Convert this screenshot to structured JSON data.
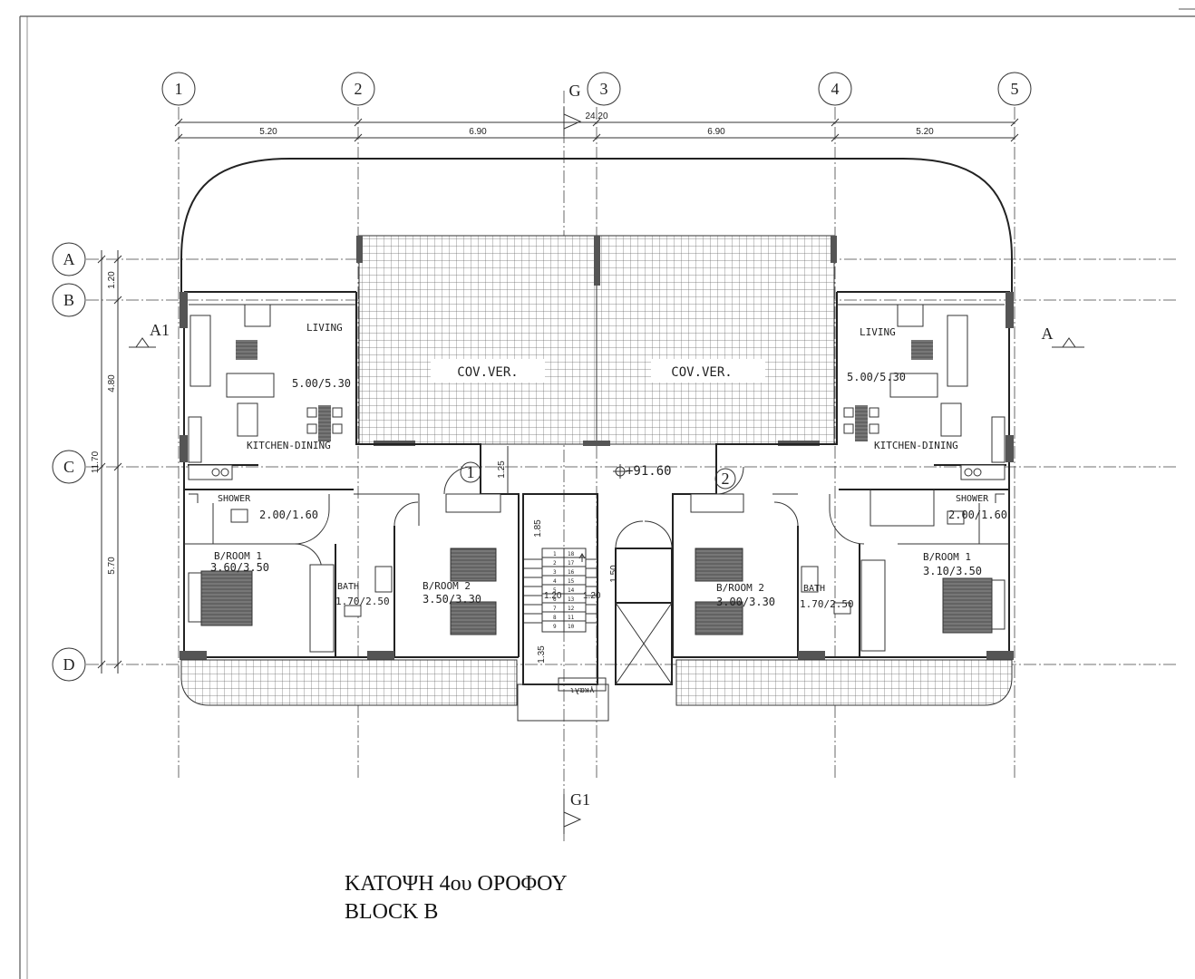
{
  "grid_columns": [
    "1",
    "2",
    "3",
    "4",
    "5"
  ],
  "grid_rows": [
    "A",
    "B",
    "C",
    "D"
  ],
  "section_marks": {
    "top": "G",
    "bottom": "G1",
    "left": "A1",
    "right": "A"
  },
  "dimensions": {
    "overall": "24.20",
    "spans": [
      "5.20",
      "6.90",
      "6.90",
      "5.20"
    ],
    "vertical": [
      "1.20",
      "4.80",
      "11.70",
      "5.70"
    ],
    "stair": [
      "1.25",
      "1.85",
      "1.50",
      "1.20",
      "1.20",
      "1.35"
    ]
  },
  "level": "+91.60",
  "unit_marks": [
    "1",
    "2"
  ],
  "stair_steps": [
    "1",
    "2",
    "3",
    "4",
    "5",
    "6",
    "7",
    "8",
    "9",
    "10",
    "11",
    "12",
    "13",
    "14",
    "15",
    "16",
    "17",
    "18"
  ],
  "lift_label": "γκαλι",
  "rooms": {
    "cov_ver_left": "COV.VER.",
    "cov_ver_right": "COV.VER.",
    "left": {
      "living": "LIVING",
      "living_size": "5.00/5.30",
      "kitchen": "KITCHEN-DINING",
      "shower": "SHOWER",
      "shower_size": "2.00/1.60",
      "bedroom1": "B/ROOM 1",
      "bedroom1_size": "3.60/3.50",
      "bath": "BATH",
      "bath_size": "1.70/2.50",
      "bedroom2": "B/ROOM 2",
      "bedroom2_size": "3.50/3.30"
    },
    "right": {
      "living": "LIVING",
      "living_size": "5.00/5.30",
      "kitchen": "KITCHEN-DINING",
      "shower": "SHOWER",
      "shower_size": "2.00/1.60",
      "bedroom1": "B/ROOM 1",
      "bedroom1_size": "3.10/3.50",
      "bath": "BATH",
      "bath_size": "1.70/2.50",
      "bedroom2": "B/ROOM 2",
      "bedroom2_size": "3.00/3.30"
    }
  },
  "title": {
    "line1": "ΚΑΤΟΨΗ 4ου ΟΡΟΦΟΥ",
    "line2": "BLOCK B"
  }
}
